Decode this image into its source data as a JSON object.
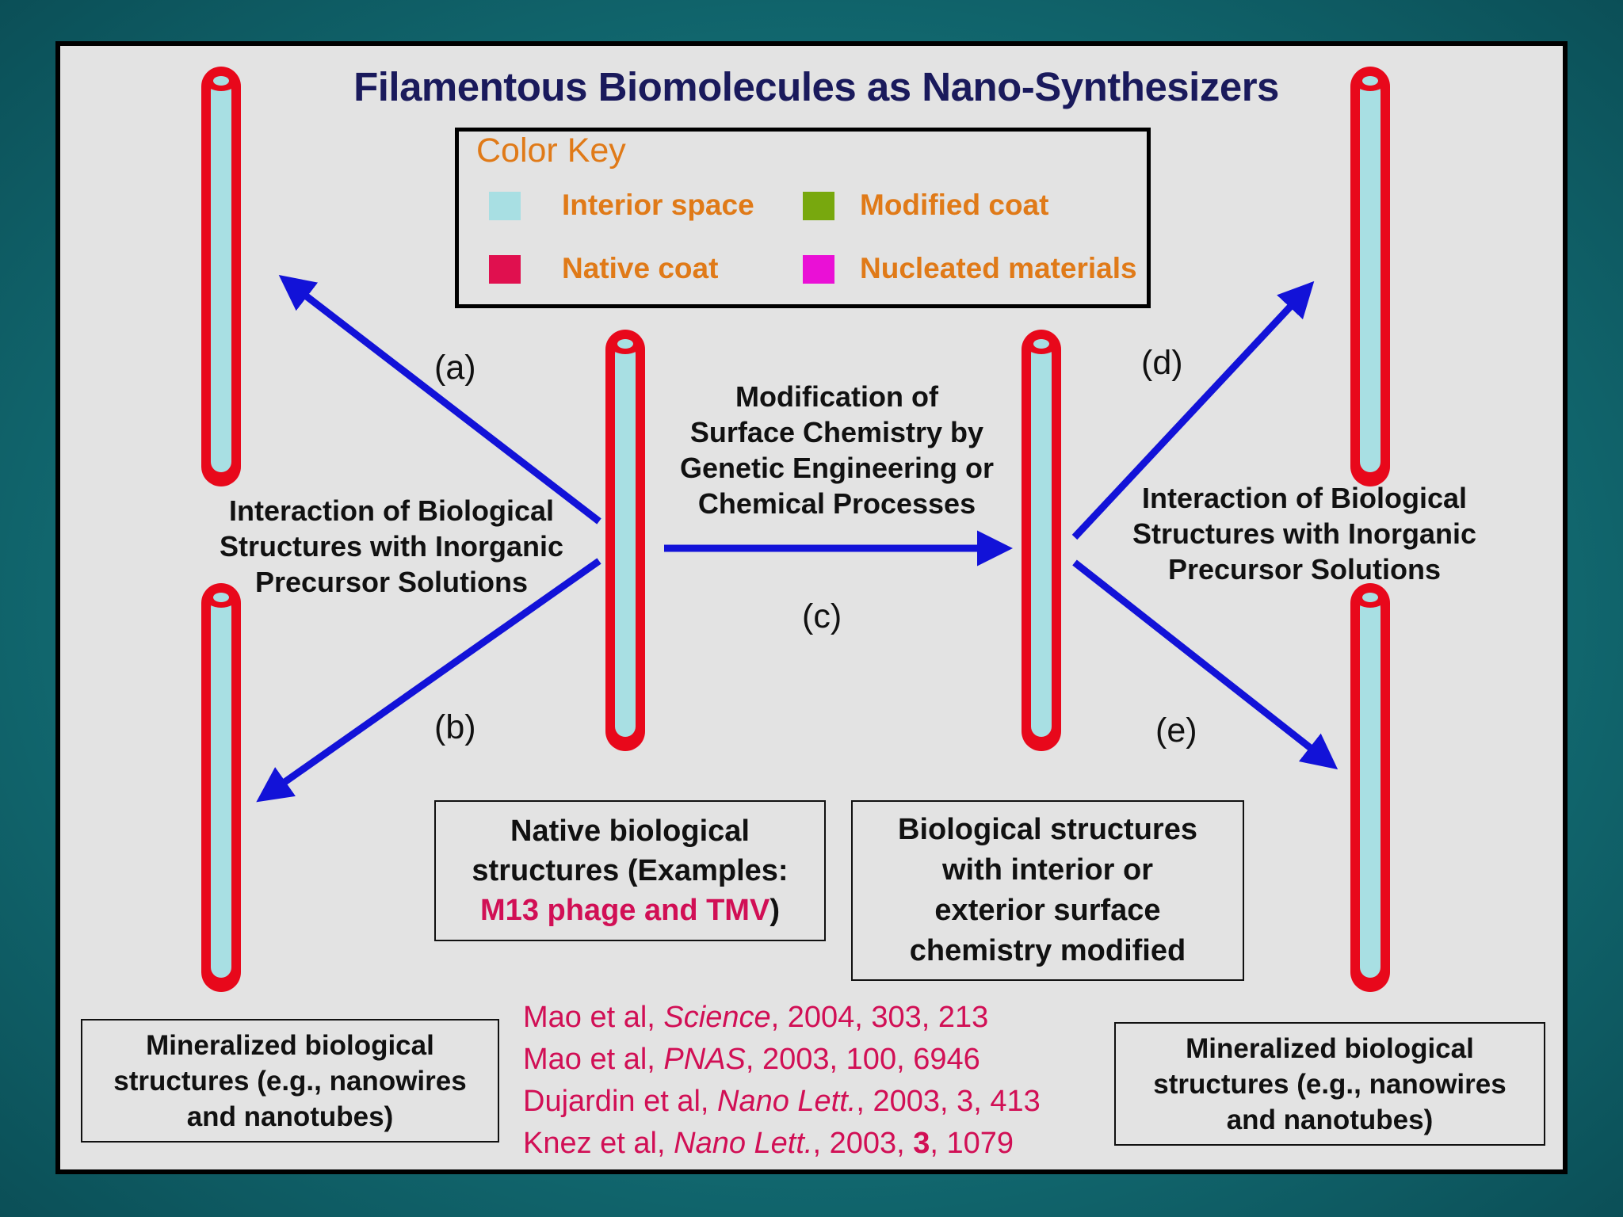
{
  "title": "Filamentous Biomolecules as Nano-Synthesizers",
  "color_key": {
    "title": "Color Key",
    "items": [
      {
        "label": "Interior space",
        "color": "#a8dfe3"
      },
      {
        "label": "Modified coat",
        "color": "#78a80e"
      },
      {
        "label": "Native coat",
        "color": "#e0104f"
      },
      {
        "label": "Nucleated materials",
        "color": "#ea10d6"
      }
    ]
  },
  "arrow_labels": {
    "a": "(a)",
    "b": "(b)",
    "c": "(c)",
    "d": "(d)",
    "e": "(e)"
  },
  "center_text": [
    "Modification of",
    "Surface Chemistry by",
    "Genetic Engineering or",
    "Chemical Processes"
  ],
  "left_text": [
    "Interaction of Biological",
    "Structures with Inorganic",
    "Precursor Solutions"
  ],
  "right_text": [
    "Interaction of Biological",
    "Structures with Inorganic",
    "Precursor Solutions"
  ],
  "native_box": {
    "line1": "Native biological",
    "line2": "structures (Examples:",
    "highlight": "M13 phage and TMV",
    "close": ")"
  },
  "modified_box": [
    "Biological structures",
    "with interior or",
    "exterior surface",
    "chemistry modified"
  ],
  "mineral_left": [
    "Mineralized biological",
    "structures (e.g., nanowires",
    "and nanotubes)"
  ],
  "mineral_right": [
    "Mineralized biological",
    "structures (e.g., nanowires",
    "and nanotubes)"
  ],
  "references": [
    {
      "authors": "Mao et al, ",
      "journal": "Science",
      "details": ", 2004, 303, 213"
    },
    {
      "authors": "Mao et al, ",
      "journal": "PNAS",
      "details": ", 2003, 100, 6946"
    },
    {
      "authors": "Dujardin et al, ",
      "journal": "Nano Lett.",
      "details": ", 2003, 3, 413"
    },
    {
      "authors": "Knez et al, ",
      "journal": "Nano Lett.",
      "details_pre": ", 2003, ",
      "bold": "3",
      "details_post": ", 1079"
    }
  ],
  "colors": {
    "tube_outer": "#e8081b",
    "tube_inner": "#a8dfe3",
    "arrow": "#1212d8",
    "key_text": "#e07a18",
    "ref_text": "#d10f55"
  }
}
